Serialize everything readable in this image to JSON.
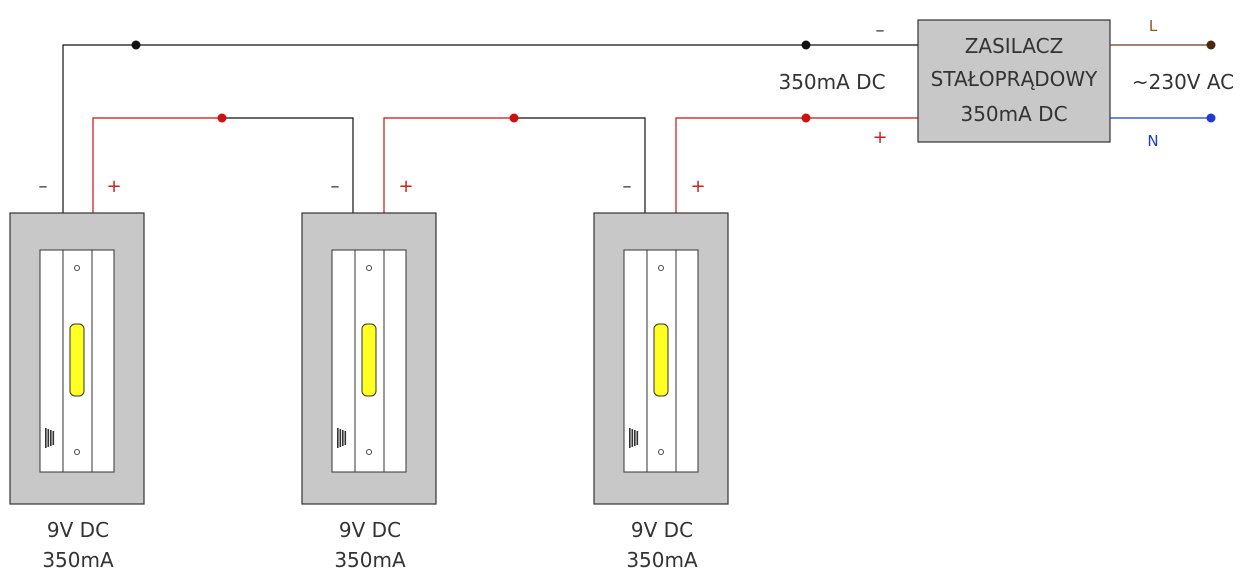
{
  "power_supply": {
    "line1": "ZASILACZ",
    "line2": "STAŁOPRĄDOWY",
    "line3": "350mA  DC",
    "output_label": "350mA  DC",
    "input_label": "~230V  AC",
    "minus_label": "–",
    "plus_label": "+",
    "L_label": "L",
    "N_label": "N"
  },
  "modules": [
    {
      "voltage": "9V  DC",
      "current": "350mA",
      "minus": "–",
      "plus": "+"
    },
    {
      "voltage": "9V  DC",
      "current": "350mA",
      "minus": "–",
      "plus": "+"
    },
    {
      "voltage": "9V  DC",
      "current": "350mA",
      "minus": "–",
      "plus": "+"
    }
  ],
  "colors": {
    "negative_wire": "#111111",
    "positive_wire": "#cc1111",
    "L_wire": "#6b3a1a",
    "N_wire": "#1f3bd0",
    "box_fill": "#c8c8c8",
    "led": "#ffff22"
  }
}
